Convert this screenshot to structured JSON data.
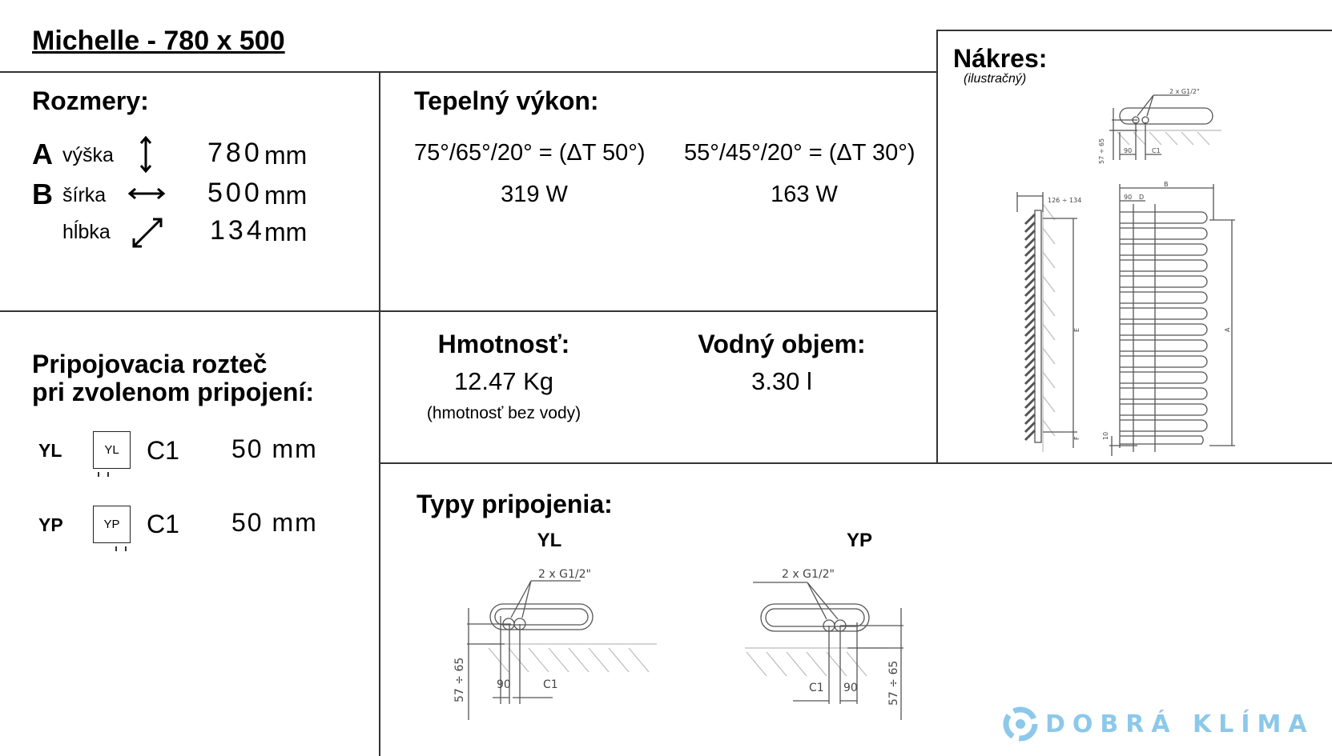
{
  "title": "Michelle - 780 x 500",
  "dimensions": {
    "heading": "Rozmery:",
    "rows": [
      {
        "letter": "A",
        "label": "výška",
        "icon": "vertical-arrow-icon",
        "value": "780",
        "unit": "mm"
      },
      {
        "letter": "B",
        "label": "šírka",
        "icon": "horizontal-arrow-icon",
        "value": "500",
        "unit": "mm"
      },
      {
        "letter": "",
        "label": "hĺbka",
        "icon": "diagonal-arrow-icon",
        "value": "134",
        "unit": "mm"
      }
    ]
  },
  "heat_output": {
    "heading": "Tepelný výkon:",
    "columns": [
      {
        "condition": "75°/65°/20° = (ΔT 50°)",
        "value": "319 W"
      },
      {
        "condition": "55°/45°/20° = (ΔT 30°)",
        "value": "163 W"
      }
    ]
  },
  "weight": {
    "heading": "Hmotnosť:",
    "value": "12.47 Kg",
    "note": "(hmotnosť bez vody)"
  },
  "water_volume": {
    "heading": "Vodný objem:",
    "value": "3.30 l"
  },
  "connection_spacing": {
    "heading_line1": "Pripojovacia rozteč",
    "heading_line2": "pri zvolenom pripojení:",
    "rows": [
      {
        "type": "YL",
        "box_label": "YL",
        "param": "C1",
        "value": "50 mm"
      },
      {
        "type": "YP",
        "box_label": "YP",
        "param": "C1",
        "value": "50 mm"
      }
    ]
  },
  "connection_types": {
    "heading": "Typy pripojenia:",
    "items": [
      {
        "label": "YL",
        "pipe": "2 x G1/2\"",
        "dim_a": "90",
        "dim_b": "C1",
        "height": "57 ÷ 65"
      },
      {
        "label": "YP",
        "pipe": "2 x G1/2\"",
        "dim_a": "C1",
        "dim_b": "90",
        "height": "57 ÷ 65"
      }
    ]
  },
  "drawing": {
    "heading": "Nákres:",
    "subheading": "(ilustračný)",
    "labels": {
      "pipe": "2 x G1/2\"",
      "top_h": "57 ÷ 65",
      "d90": "90",
      "c1": "C1",
      "depth": "126 ÷ 134",
      "b": "B",
      "d": "D",
      "a": "A",
      "e": "E",
      "f": "F",
      "ten": "10"
    }
  },
  "logo": {
    "text": "DOBRÁ KLÍMA",
    "color": "#8cc8ea"
  }
}
